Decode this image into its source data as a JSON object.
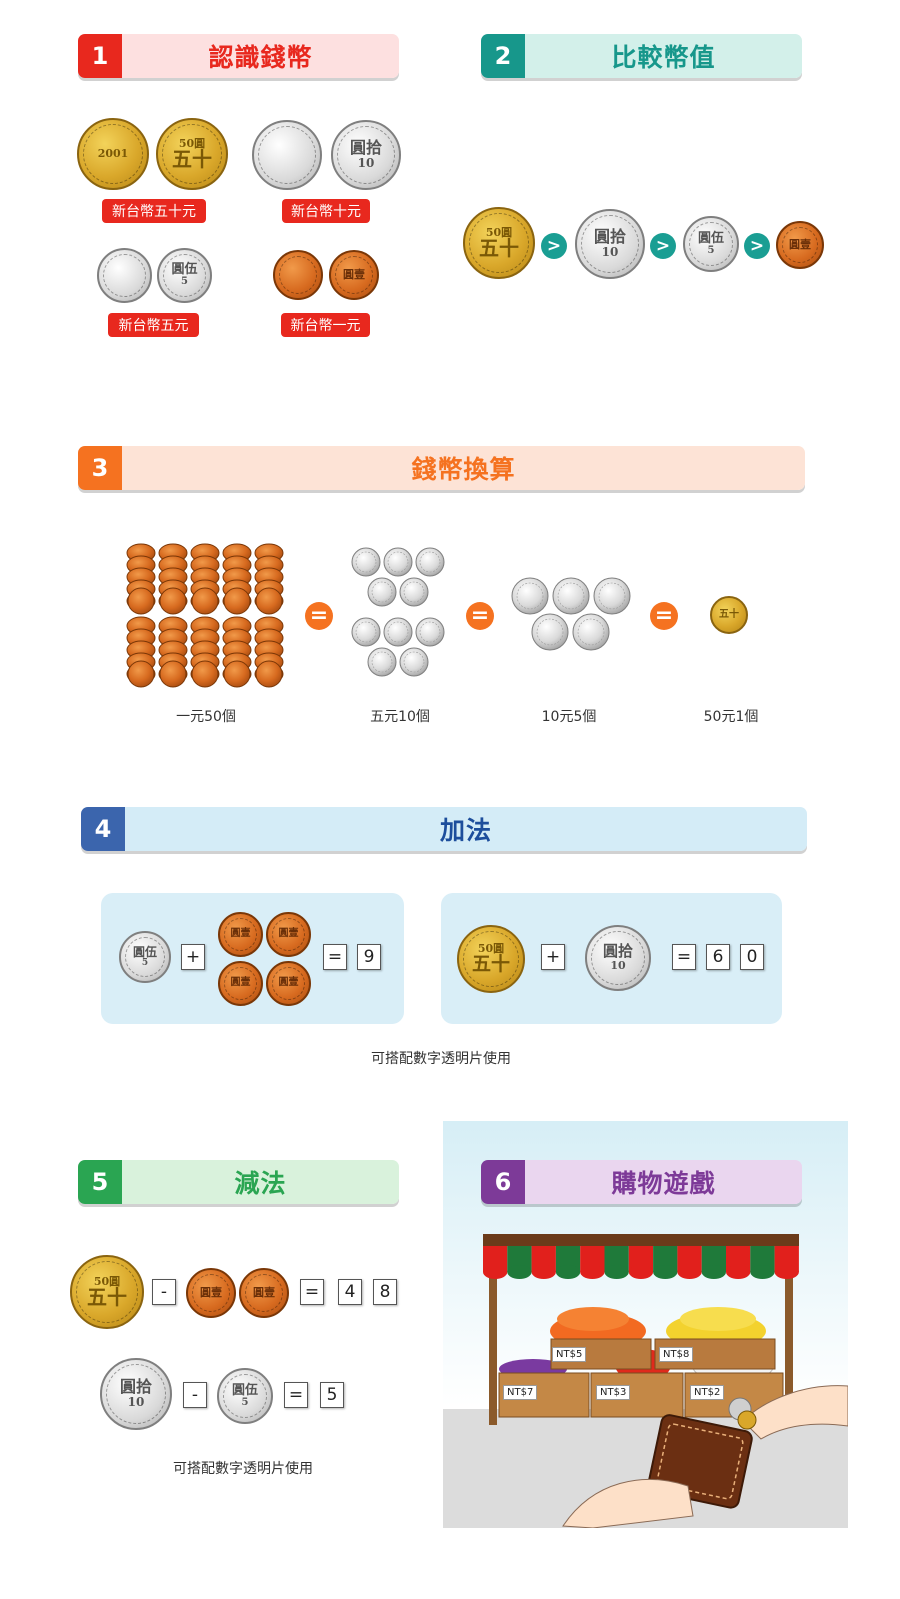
{
  "sections": {
    "s1": {
      "num": "1",
      "title": "認識錢幣",
      "color_num": "#e8281e",
      "color_title_bg": "#fde0e0",
      "color_title": "#e8281e"
    },
    "s2": {
      "num": "2",
      "title": "比較幣值",
      "color_num": "#17978b",
      "color_title_bg": "#d3f0ea",
      "color_title": "#17978b"
    },
    "s3": {
      "num": "3",
      "title": "錢幣換算",
      "color_num": "#f57220",
      "color_title_bg": "#fde3d6",
      "color_title": "#f57220"
    },
    "s4": {
      "num": "4",
      "title": "加法",
      "color_num": "#3b65ad",
      "color_title_bg": "#d4ecf7",
      "color_title": "#1d4e9c"
    },
    "s5": {
      "num": "5",
      "title": "減法",
      "color_num": "#2aa552",
      "color_title_bg": "#d9f2dc",
      "color_title": "#2aa552"
    },
    "s6": {
      "num": "6",
      "title": "購物遊戲",
      "color_num": "#7d3a98",
      "color_title_bg": "#ead6ef",
      "color_title": "#7d3a98"
    }
  },
  "coin_labels": {
    "fifty": "新台幣五十元",
    "ten": "新台幣十元",
    "five": "新台幣五元",
    "one": "新台幣一元"
  },
  "coins": {
    "c50_face": "五十",
    "c50_top": "50圓",
    "c10_face": "圓拾",
    "c10_val": "10",
    "c5_face": "圓伍",
    "c5_val": "5",
    "c1_face": "圓壹",
    "year": "2001"
  },
  "compare": {
    "symbol": ">"
  },
  "exchange": {
    "eq_symbol": "=",
    "cap1": "一元50個",
    "cap2": "五元10個",
    "cap3": "10元5個",
    "cap4": "50元1個"
  },
  "addition": {
    "plus": "+",
    "equals": "=",
    "result1": "9",
    "result2_d1": "6",
    "result2_d2": "0",
    "note": "可搭配數字透明片使用"
  },
  "subtraction": {
    "minus": "-",
    "equals": "=",
    "result1_d1": "4",
    "result1_d2": "8",
    "result2": "5",
    "note": "可搭配數字透明片使用"
  },
  "shop": {
    "price1": "NT$5",
    "price2": "NT$8",
    "price3": "NT$7",
    "price4": "NT$3",
    "price5": "NT$2"
  }
}
